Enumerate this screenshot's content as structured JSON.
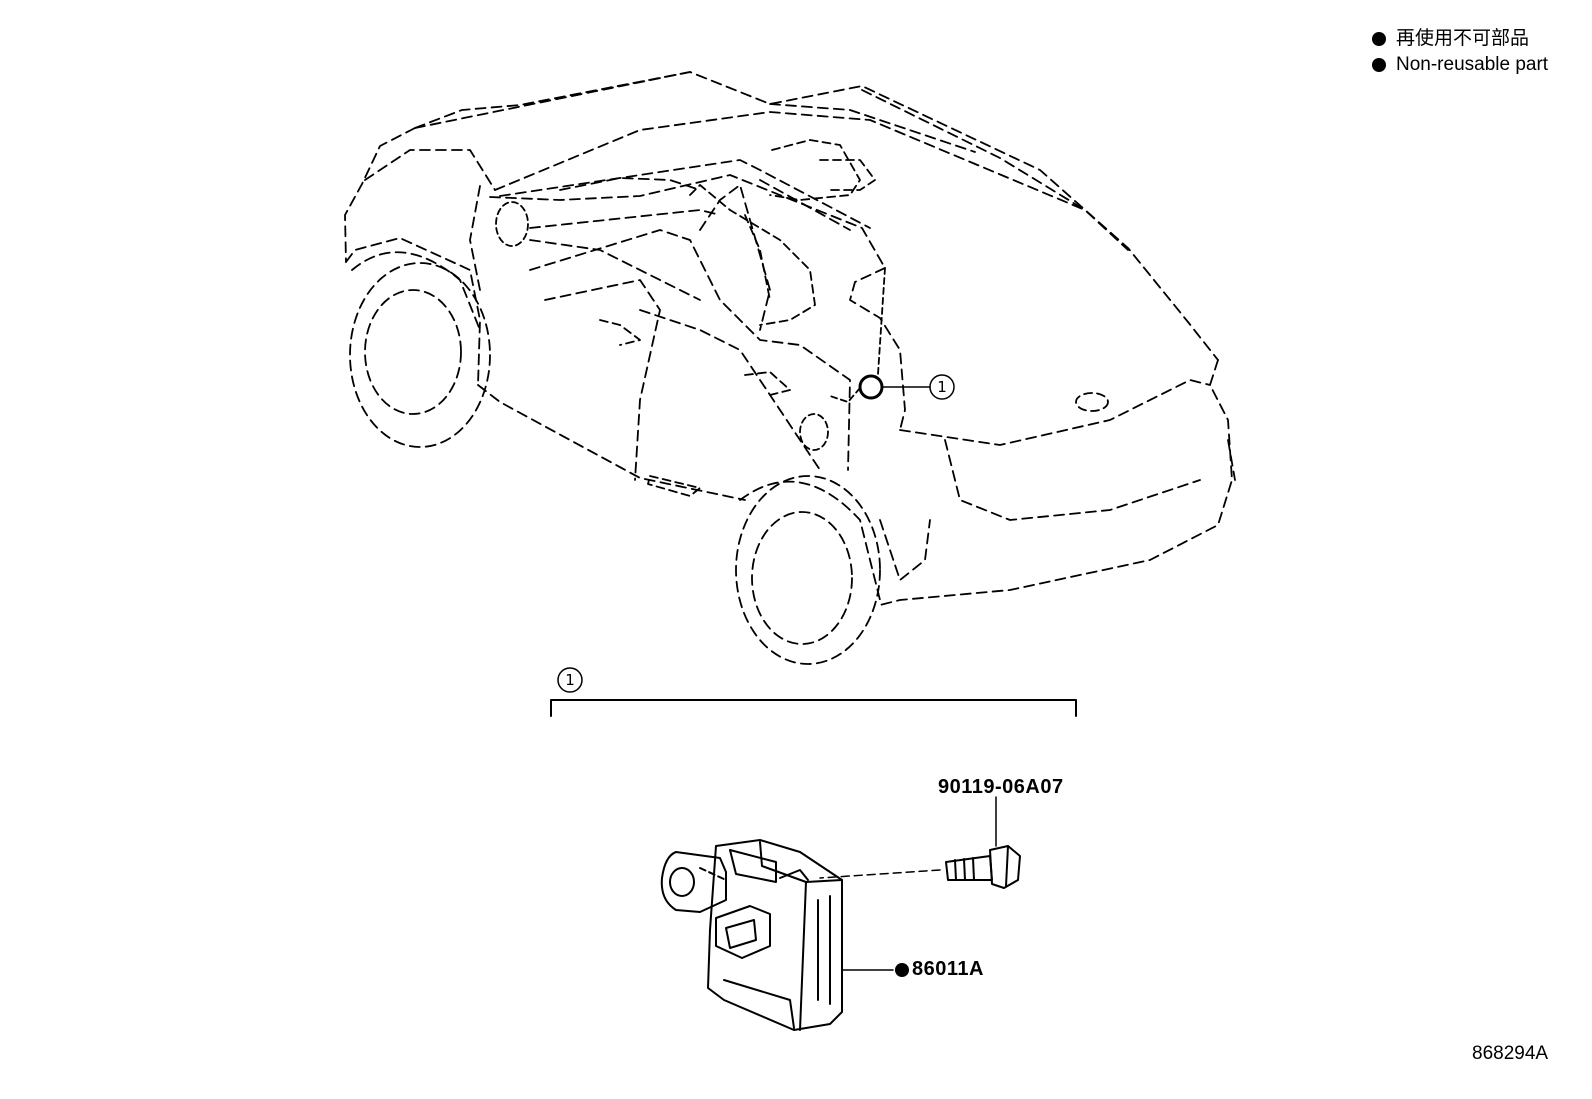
{
  "legend": {
    "items": [
      {
        "text": "再使用不可部品",
        "icon": "filled-circle"
      },
      {
        "text": "Non-reusable part",
        "icon": "filled-circle"
      }
    ]
  },
  "callouts": {
    "location_ref": "1",
    "group_ref": "1"
  },
  "parts": {
    "bolt_number": "90119-06A07",
    "module_number": "86011A",
    "module_non_reusable": true
  },
  "diagram_id": "868294A"
}
